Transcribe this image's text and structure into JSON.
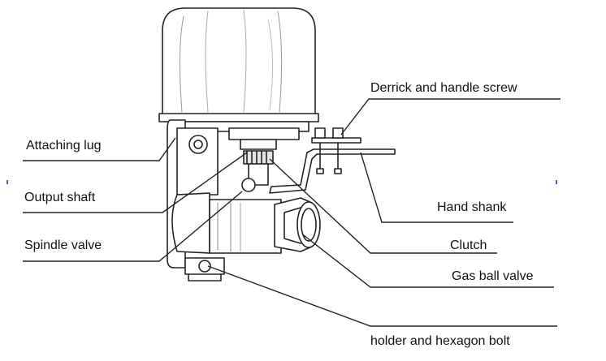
{
  "diagram": {
    "labels": {
      "attaching_lug": "Attaching lug",
      "output_shaft": "Output shaft",
      "spindle_valve": "Spindle valve",
      "derrick_handle_screw": "Derrick and handle screw",
      "hand_shank": "Hand shank",
      "clutch": "Clutch",
      "gas_ball_valve": "Gas ball valve",
      "holder_hexagon_bolt": "holder and hexagon bolt"
    },
    "colors": {
      "line": "#222222",
      "fill": "#ffffff",
      "shade": "#e4e4e4",
      "accent_speck": "#3a6aa0"
    }
  }
}
